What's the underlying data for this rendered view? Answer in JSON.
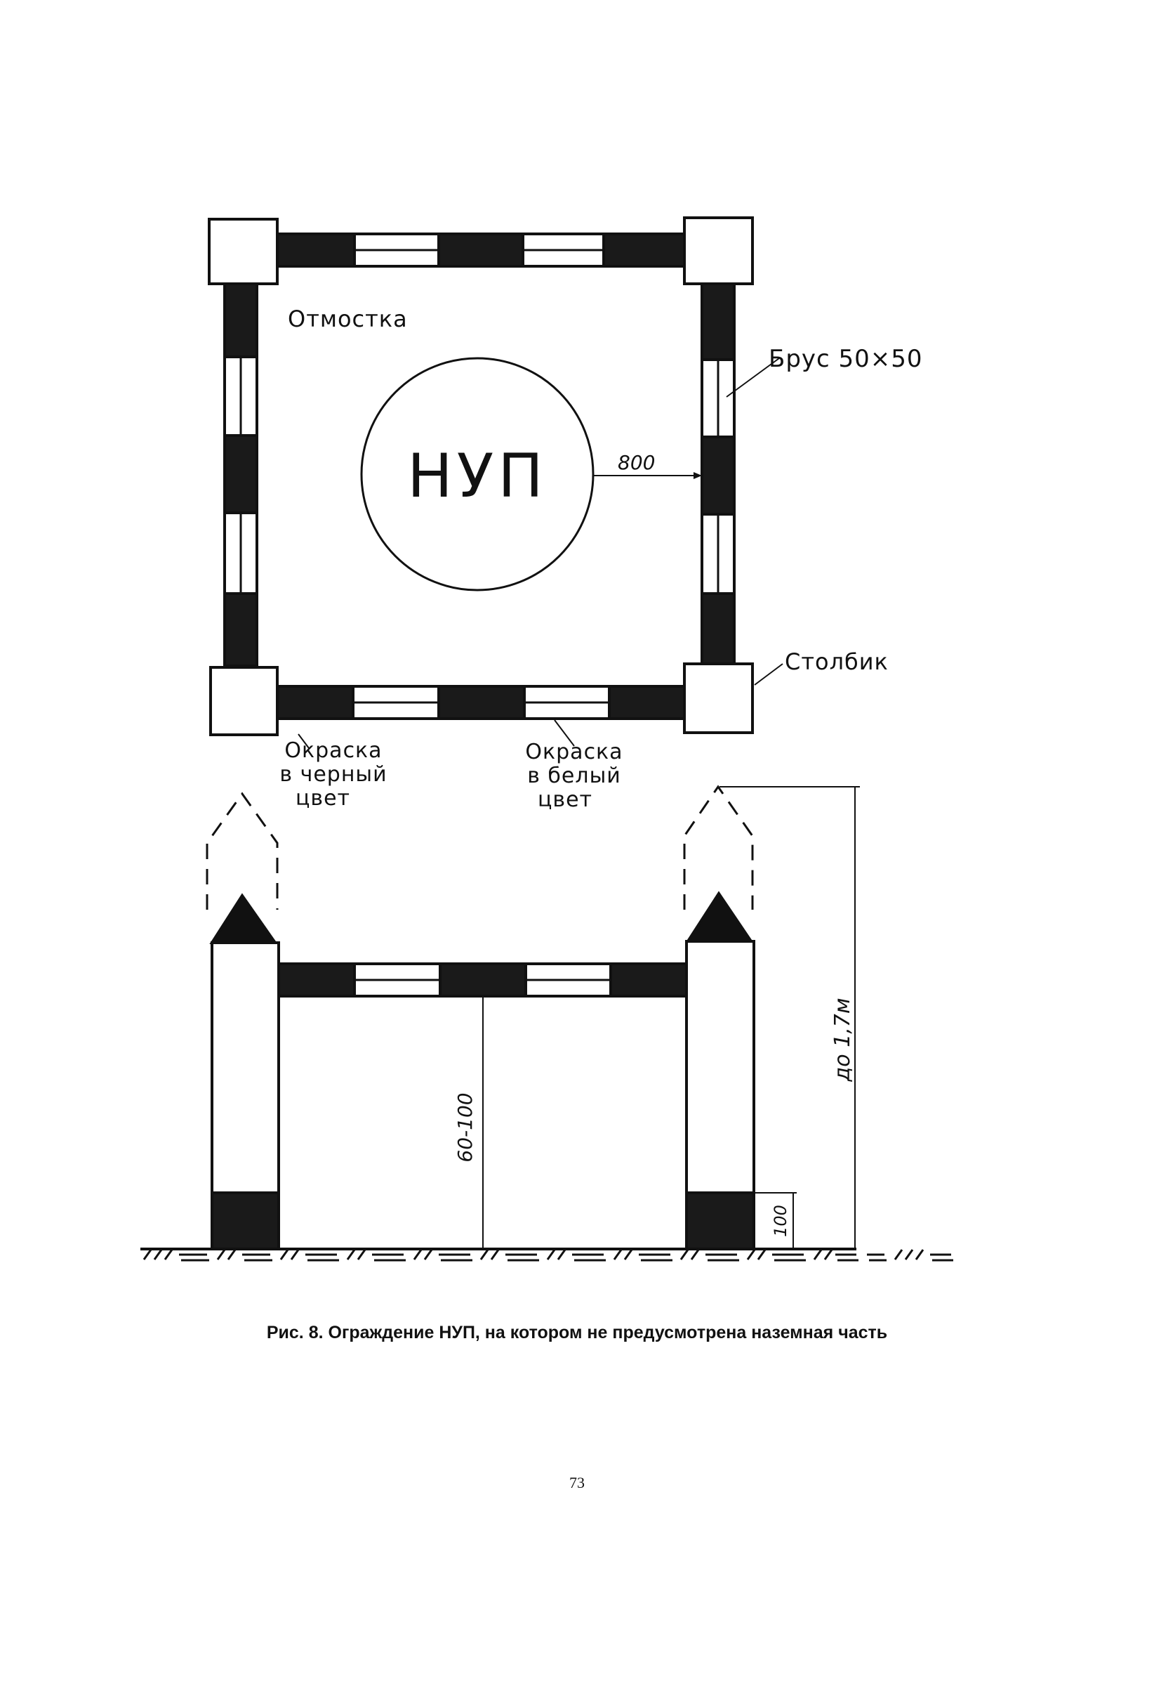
{
  "labels": {
    "otmostka": "Отмостка",
    "brus": "Брус 50×50",
    "nup": "НУП",
    "dim_800": "800",
    "stolbik": "Столбик",
    "paint_black": [
      "Окраска",
      "в черный",
      "цвет"
    ],
    "paint_white": [
      "Окраска",
      "в белый",
      "цвет"
    ],
    "dim_60_100": "60-100",
    "dim_1_7": "до 1,7м",
    "dim_100": "100"
  },
  "caption": "Рис. 8. Ограждение НУП, на котором не предусмотрена наземная часть",
  "page_number": "73",
  "colors": {
    "ink": "#111111",
    "paper": "#ffffff"
  }
}
